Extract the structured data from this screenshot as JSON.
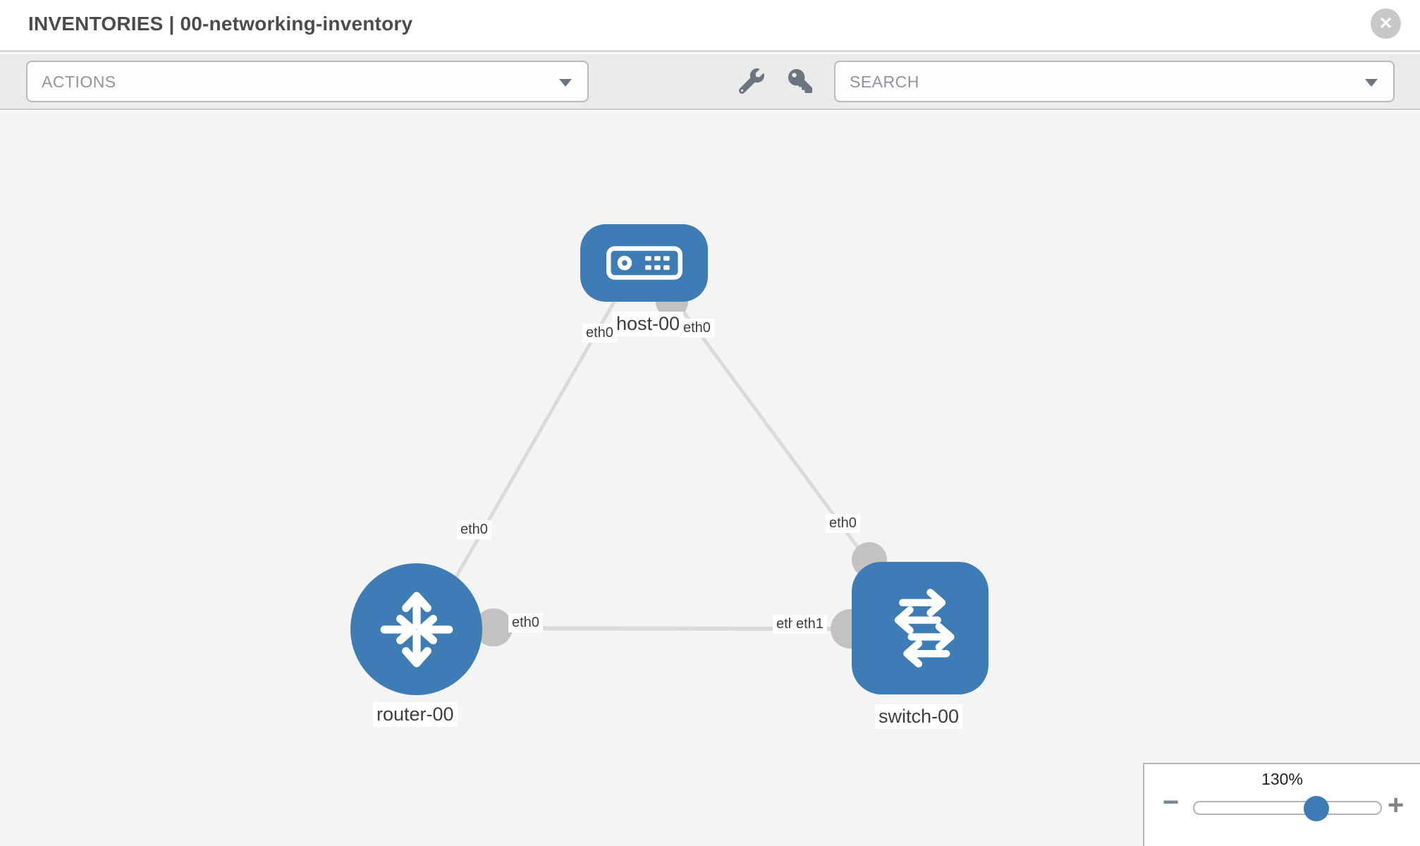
{
  "header": {
    "title": "INVENTORIES | 00-networking-inventory",
    "close_label": "✕"
  },
  "toolbar": {
    "actions_dropdown": {
      "placeholder": "ACTIONS"
    },
    "search_dropdown": {
      "placeholder": "SEARCH"
    },
    "icons": [
      "wrench",
      "key"
    ]
  },
  "graph": {
    "nodes": [
      {
        "id": "host-00",
        "label": "host-00",
        "type": "host"
      },
      {
        "id": "router-00",
        "label": "router-00",
        "type": "router"
      },
      {
        "id": "switch-00",
        "label": "switch-00",
        "type": "switch"
      }
    ],
    "links": [
      {
        "source": "host-00",
        "target": "router-00",
        "source_interface": "eth0",
        "target_interface": "eth0"
      },
      {
        "source": "host-00",
        "target": "switch-00",
        "source_interface": "eth0",
        "target_interface": "eth0"
      },
      {
        "source": "router-00",
        "target": "switch-00",
        "source_interface": "eth0",
        "target_interface": "eth1"
      }
    ],
    "interface_labels": [
      {
        "text": "eth0"
      },
      {
        "text": "eth0"
      },
      {
        "text": "eth0"
      },
      {
        "text": "eth0"
      },
      {
        "text": "eth0"
      },
      {
        "text": "eth0"
      },
      {
        "text": "eth1"
      }
    ]
  },
  "zoom_control": {
    "value": "130%",
    "minus_label": "−",
    "plus_label": "+"
  },
  "colors": {
    "node_blue": "#3d7cb4",
    "link_gray": "#dadada",
    "endpoint_gray": "#c2c2c2",
    "canvas_bg": "#f4f4f4",
    "toolbar_bg": "#ebebeb",
    "label_text": "#3d3d3d"
  }
}
